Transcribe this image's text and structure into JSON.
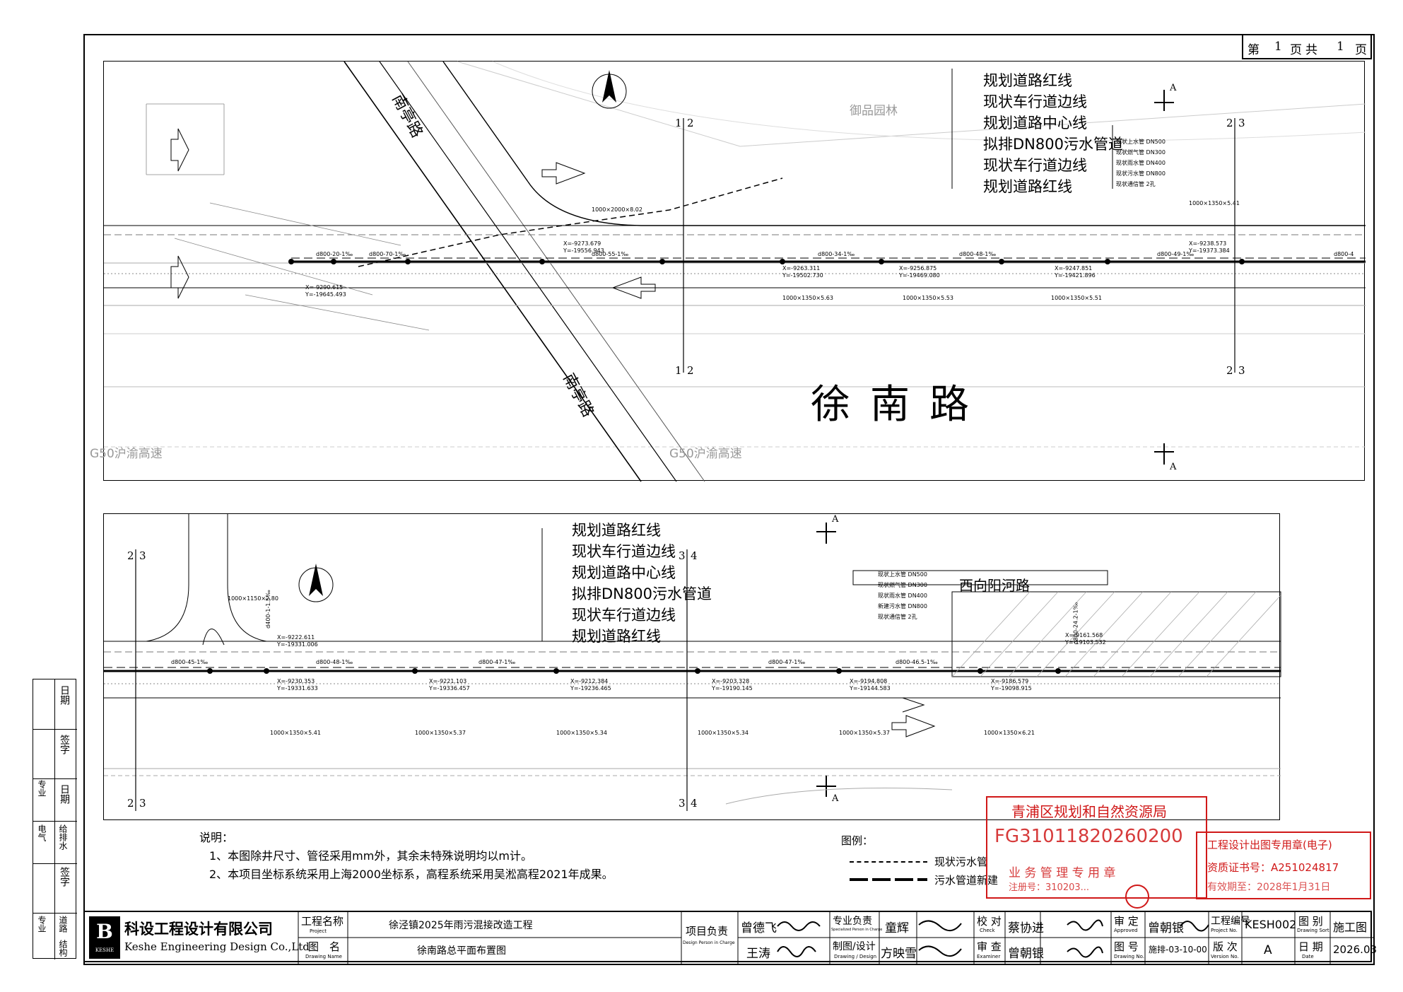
{
  "page": {
    "label": "第",
    "page_no": "1",
    "unit": "页",
    "total_label": "共",
    "total_no": "1",
    "total_unit": "页"
  },
  "top_plan": {
    "road_name": "徐南路",
    "cross_road_1": "南亭路",
    "cross_road_2": "南亭路",
    "highway_left": "G50沪渝高速",
    "highway_right": "G50沪渝高速",
    "park_label": "御品园林",
    "legend": [
      "规划道路红线",
      "现状车行道边线",
      "规划道路中心线",
      "拟排DN800污水管道",
      "现状车行道边线",
      "规划道路红线"
    ],
    "pipe_legend": [
      "现状上水管 DN500",
      "现状燃气管 DN300",
      "现状雨水管 DN400",
      "现状污水管 DN800",
      "现状通信管 2孔"
    ],
    "section_marks": [
      "1",
      "2",
      "1",
      "2",
      "2",
      "3",
      "2",
      "3"
    ],
    "section_A": "A",
    "pipe_labels": [
      "d800-20-1‰",
      "d800-70-1‰",
      "d800-55-1‰",
      "d800-34-1‰",
      "d800-48-1‰",
      "d800-49-1‰",
      "d800-4"
    ],
    "coord_labels": [
      "X=-9290.615",
      "Y=-19645.493",
      "X=-9273.679",
      "Y=-19556.943",
      "X=-9263.311",
      "Y=-19502.730",
      "X=-9256.875",
      "Y=-19469.080",
      "X=-9247.851",
      "Y=-19421.896",
      "X=-9238.573",
      "Y=-19373.384"
    ],
    "chamber_labels": [
      "1000×1350×5.63",
      "1000×1350×5.53",
      "1000×1350×5.51",
      "1000×1350×5.41",
      "1000×2000×8.02"
    ]
  },
  "bottom_plan": {
    "road_name": "西向阳河路",
    "legend": [
      "规划道路红线",
      "现状车行道边线",
      "规划道路中心线",
      "拟排DN800污水管道",
      "现状车行道边线",
      "规划道路红线"
    ],
    "pipe_legend": [
      "现状上水管 DN500",
      "现状燃气管 DN300",
      "现状雨水管 DN400",
      "新建污水管 DN800",
      "现状通信管 2孔"
    ],
    "section_marks": [
      "2",
      "3",
      "3",
      "4",
      "2",
      "3",
      "3",
      "4"
    ],
    "section_A": "A",
    "pipe_labels": [
      "d800-45-1‰",
      "d800-48-1‰",
      "d800-47-1‰",
      "d800-47-1‰",
      "d800-46.5-1‰",
      "d800-24.2-1‰",
      "d400-1-1.5‰"
    ],
    "coord_labels": [
      "X=-9222.611",
      "Y=-19331.006",
      "X=-9230.353",
      "Y=-19331.633",
      "X=-9221.103",
      "Y=-19336.457",
      "X=-9212.384",
      "Y=-19236.465",
      "X=-9203.328",
      "Y=-19190.145",
      "X=-9194.808",
      "Y=-19144.583",
      "X=-9186.579",
      "Y=-19098.915",
      "X=-9161.568",
      "Y=-19103.532"
    ],
    "chamber_labels": [
      "1000×1150×2.80",
      "1000×1350×5.41",
      "1000×1350×5.37",
      "1000×1350×5.34",
      "1000×1350×5.34",
      "1000×1350×5.37",
      "1000×1350×6.21"
    ]
  },
  "notes": {
    "title": "说明：",
    "items": [
      "1、本图除井尺寸、管径采用mm外，其余未特殊说明均以m计。",
      "2、本项目坐标系统采用上海2000坐标系，高程系统采用吴淞高程2021年成果。"
    ]
  },
  "legend_block": {
    "title": "图例：",
    "items": [
      "现状污水管",
      "污水管道新建"
    ]
  },
  "side_strip": {
    "top": [
      "日期",
      "签字",
      "日期",
      "签字"
    ],
    "mid": [
      "专业",
      "给排水",
      "电气"
    ],
    "bottom": [
      "专业",
      "道路",
      "结构"
    ]
  },
  "title_block": {
    "company_cn": "科设工程设计有限公司",
    "company_en": "Keshe Engineering Design Co.,Ltd",
    "logo_text": "KESHE",
    "project_label": "工程名称",
    "project_label_en": "Project",
    "project_name": "徐泾镇2025年雨污混接改造工程",
    "drawing_label": "图　名",
    "drawing_label_en": "Drawing Name",
    "drawing_name": "徐南路总平面布置图",
    "leader_label": "项目负责",
    "leader_label_en": "Design Person in Charge",
    "leader_1": "曾德飞",
    "leader_2": "王涛",
    "spec_label": "专业负责",
    "spec_label_en": "Specialized Person in Charge",
    "spec_name": "童辉",
    "draw_label": "制图/设计",
    "draw_label_en": "Drawing / Design",
    "draw_name": "方映雪",
    "check_label": "校 对",
    "check_label_en": "Check",
    "check_name": "蔡协进",
    "examine_label": "审 查",
    "examine_label_en": "Examiner",
    "examine_name": "曾朝银",
    "approve_label": "审 定",
    "approve_label_en": "Approved",
    "approve_name": "曾朝银",
    "drawing_no_label": "图 号",
    "drawing_no_label_en": "Drawing No.",
    "drawing_no": "施排-03-10-00",
    "project_no_label": "工程编号",
    "project_no_label_en": "Project No.",
    "project_no": "KESH002",
    "version_label": "版 次",
    "version_label_en": "Version No.",
    "version": "A",
    "sheet_label": "图 别",
    "sheet_label_en": "Drawing Sort",
    "sheet": "施工图",
    "date_label": "日 期",
    "date_label_en": "Date",
    "date": "2026.03"
  },
  "stamps": {
    "bureau": "青浦区规划和自然资源局",
    "bureau_code": "FG31011820260200",
    "bureau_sub": "业 务 管 理 专 用 章",
    "cert_stamp": "工程设计出图专用章(电子)",
    "cert_no": "资质证书号：A251024817",
    "valid_date": "有效期至：2028年1月31日",
    "reg_no": "注册号：310203..."
  }
}
